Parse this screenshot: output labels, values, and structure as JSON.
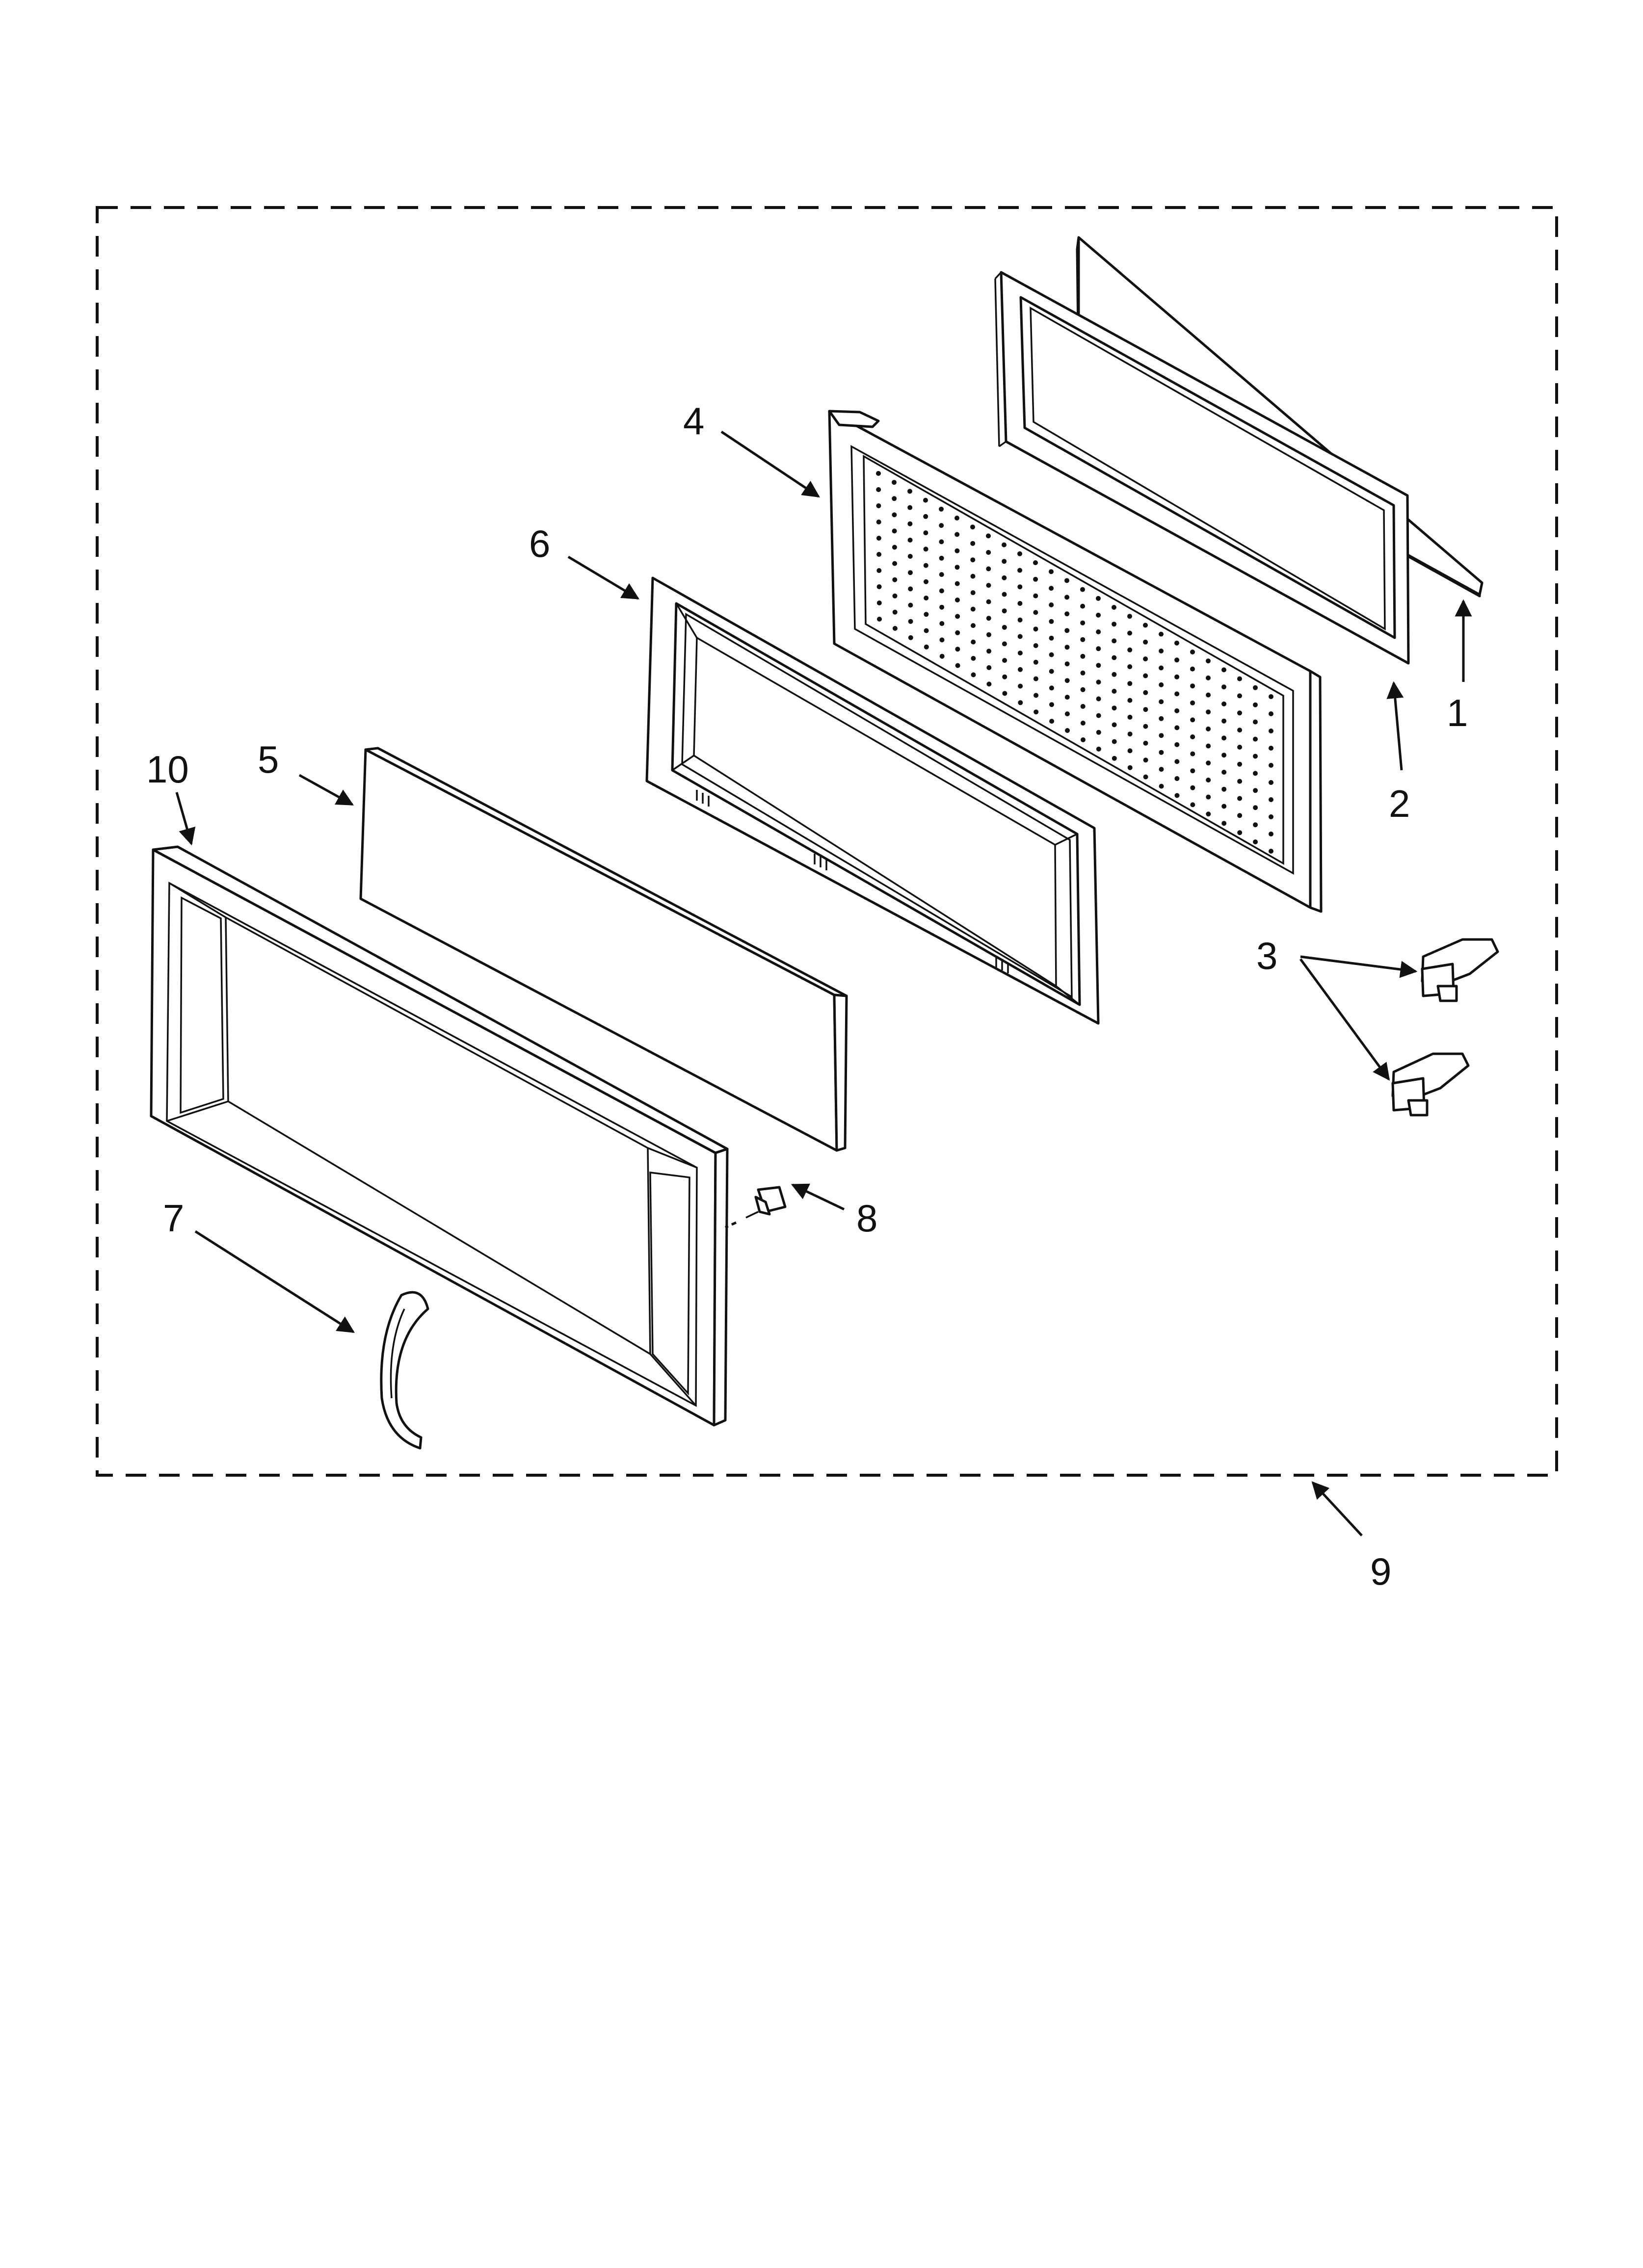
{
  "callouts": {
    "p1": "1",
    "p2": "2",
    "p3": "3",
    "p4": "4",
    "p5": "5",
    "p6": "6",
    "p7": "7",
    "p8": "8",
    "p9": "9",
    "p10": "10"
  },
  "colors": {
    "line": "#111111",
    "background": "#ffffff"
  }
}
